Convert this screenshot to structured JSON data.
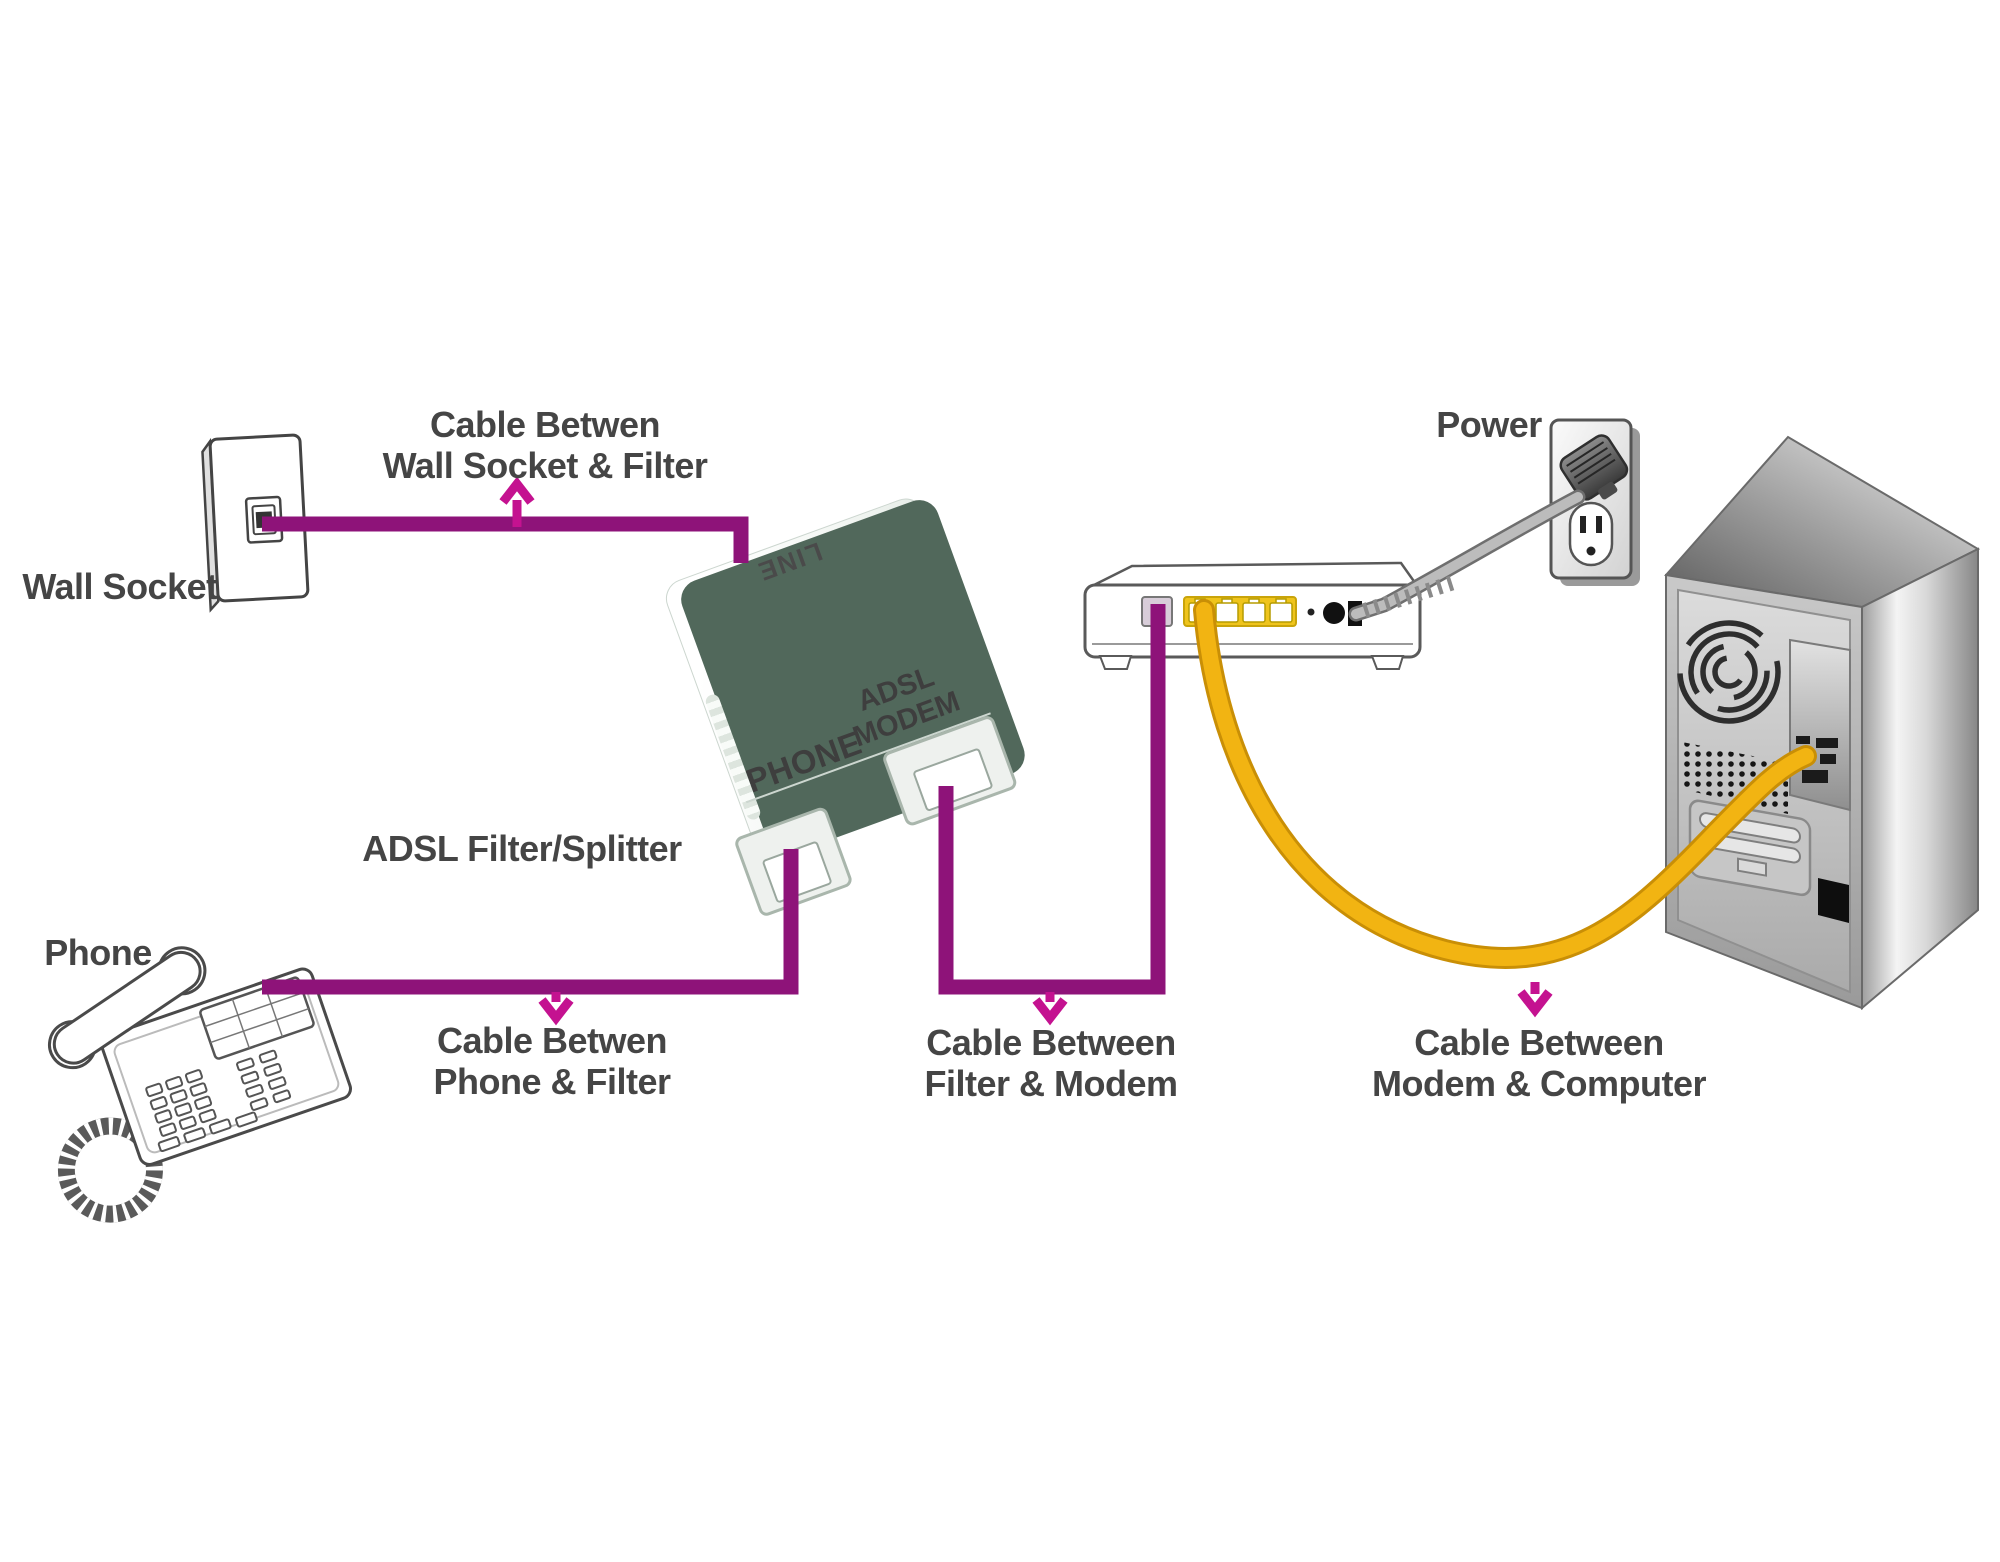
{
  "labels": {
    "wall_socket": "Wall Socket",
    "phone": "Phone",
    "power": "Power",
    "filter": "ADSL Filter/Splitter"
  },
  "cable_labels": [
    {
      "line1": "Cable Betwen",
      "line2": "Wall Socket & Filter"
    },
    {
      "line1": "Cable Betwen",
      "line2": "Phone & Filter"
    },
    {
      "line1": "Cable Between",
      "line2": "Filter & Modem"
    },
    {
      "line1": "Cable Between",
      "line2": "Modem & Computer"
    }
  ],
  "splitter_ports": {
    "line": "LINE",
    "phone": "PHONE",
    "adsl_line1": "ADSL",
    "adsl_line2": "MODEM"
  },
  "connections": [
    {
      "from": "wall-socket",
      "to": "filter-line-port",
      "cable_color": "#8E1379"
    },
    {
      "from": "phone",
      "to": "filter-phone-port",
      "cable_color": "#8E1379"
    },
    {
      "from": "filter-adsl-modem-port",
      "to": "modem",
      "cable_color": "#8E1379"
    },
    {
      "from": "modem",
      "to": "computer",
      "cable_color": "#F2B412"
    },
    {
      "from": "power-outlet",
      "to": "modem",
      "cable_color": "#B5B5B5"
    }
  ],
  "colors": {
    "cable_purple": "#8E1379",
    "arrow_pink": "#C41290",
    "cable_yellow": "#F2B412",
    "cable_gray": "#B5B5B5",
    "modem_port_block_yellow": "#EFC41C",
    "label_text": "#454545",
    "splitter_shadow": "#51685B"
  }
}
